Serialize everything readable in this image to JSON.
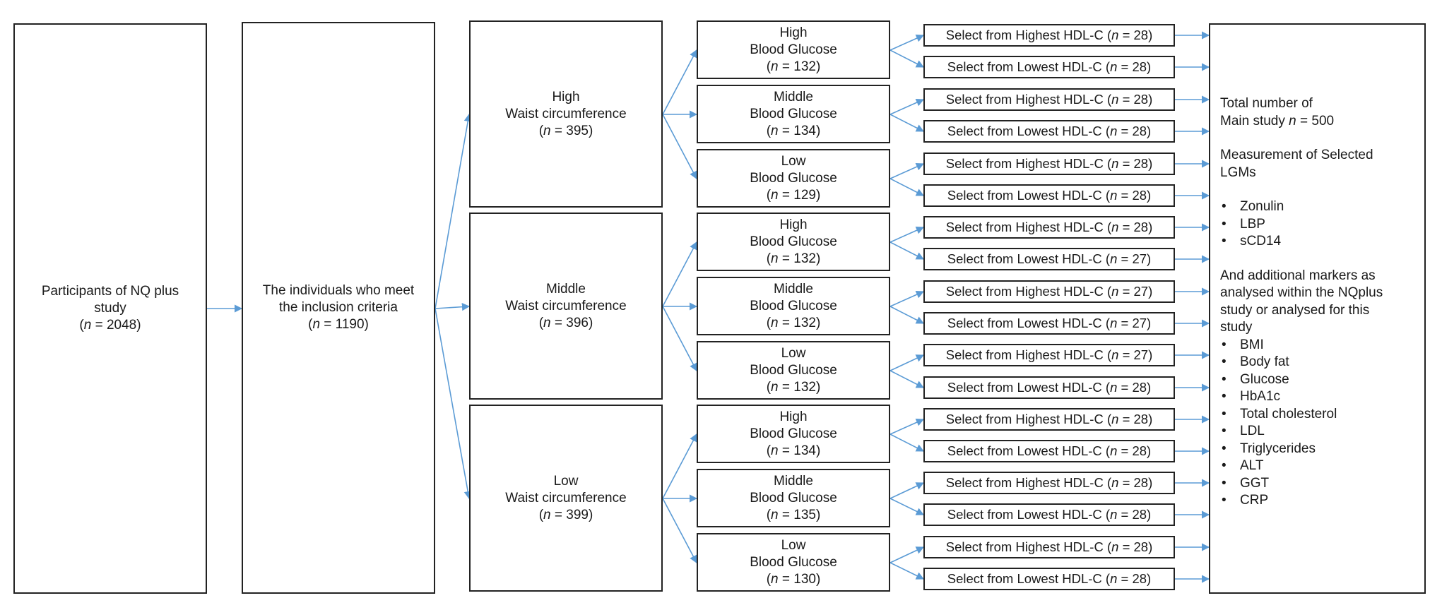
{
  "participants": {
    "line1": "Participants of NQ plus",
    "line2": "study",
    "n_prefix": "(",
    "n_symbol": "n",
    "n_suffix": " = 2048)"
  },
  "inclusion": {
    "line1": "The individuals who meet",
    "line2": "the inclusion criteria",
    "n_prefix": "(",
    "n_symbol": "n",
    "n_suffix": " = 1190)"
  },
  "waist_groups": [
    {
      "level": "High",
      "label": "Waist circumference",
      "n_prefix": "(",
      "n_symbol": "n",
      "n_suffix": " = 395)"
    },
    {
      "level": "Middle",
      "label": "Waist circumference",
      "n_prefix": "(",
      "n_symbol": "n",
      "n_suffix": " = 396)"
    },
    {
      "level": "Low",
      "label": "Waist circumference",
      "n_prefix": "(",
      "n_symbol": "n",
      "n_suffix": " = 399)"
    }
  ],
  "glucose_groups": [
    {
      "level": "High",
      "label": "Blood Glucose",
      "n_prefix": "(",
      "n_symbol": "n",
      "n_suffix": " = 132)"
    },
    {
      "level": "Middle",
      "label": "Blood Glucose",
      "n_prefix": "(",
      "n_symbol": "n",
      "n_suffix": " = 134)"
    },
    {
      "level": "Low",
      "label": "Blood Glucose",
      "n_prefix": "(",
      "n_symbol": "n",
      "n_suffix": " = 129)"
    },
    {
      "level": "High",
      "label": "Blood Glucose",
      "n_prefix": "(",
      "n_symbol": "n",
      "n_suffix": " = 132)"
    },
    {
      "level": "Middle",
      "label": "Blood Glucose",
      "n_prefix": "(",
      "n_symbol": "n",
      "n_suffix": " = 132)"
    },
    {
      "level": "Low",
      "label": "Blood Glucose",
      "n_prefix": "(",
      "n_symbol": "n",
      "n_suffix": " = 132)"
    },
    {
      "level": "High",
      "label": "Blood Glucose",
      "n_prefix": "(",
      "n_symbol": "n",
      "n_suffix": " = 134)"
    },
    {
      "level": "Middle",
      "label": "Blood Glucose",
      "n_prefix": "(",
      "n_symbol": "n",
      "n_suffix": " = 135)"
    },
    {
      "level": "Low",
      "label": "Blood Glucose",
      "n_prefix": "(",
      "n_symbol": "n",
      "n_suffix": " = 130)"
    }
  ],
  "selections": [
    {
      "label": "Select from Highest HDL-C (",
      "n_symbol": "n",
      "n_suffix": " = 28)"
    },
    {
      "label": "Select from Lowest HDL-C (",
      "n_symbol": "n",
      "n_suffix": " = 28)"
    },
    {
      "label": "Select from Highest HDL-C (",
      "n_symbol": "n",
      "n_suffix": " = 28)"
    },
    {
      "label": "Select from Lowest HDL-C (",
      "n_symbol": "n",
      "n_suffix": " = 28)"
    },
    {
      "label": "Select from Highest HDL-C (",
      "n_symbol": "n",
      "n_suffix": " = 28)"
    },
    {
      "label": "Select from Lowest HDL-C (",
      "n_symbol": "n",
      "n_suffix": " = 28)"
    },
    {
      "label": "Select from Highest HDL-C (",
      "n_symbol": "n",
      "n_suffix": " = 28)"
    },
    {
      "label": "Select from Lowest HDL-C (",
      "n_symbol": "n",
      "n_suffix": " = 27)"
    },
    {
      "label": "Select from Highest HDL-C (",
      "n_symbol": "n",
      "n_suffix": " = 27)"
    },
    {
      "label": "Select from Lowest HDL-C (",
      "n_symbol": "n",
      "n_suffix": " = 27)"
    },
    {
      "label": "Select from Highest HDL-C (",
      "n_symbol": "n",
      "n_suffix": " = 27)"
    },
    {
      "label": "Select from Lowest HDL-C (",
      "n_symbol": "n",
      "n_suffix": " = 28)"
    },
    {
      "label": "Select from Highest HDL-C (",
      "n_symbol": "n",
      "n_suffix": " = 28)"
    },
    {
      "label": "Select from Lowest HDL-C (",
      "n_symbol": "n",
      "n_suffix": " = 28)"
    },
    {
      "label": "Select from Highest HDL-C (",
      "n_symbol": "n",
      "n_suffix": " = 28)"
    },
    {
      "label": "Select from Lowest HDL-C (",
      "n_symbol": "n",
      "n_suffix": " = 28)"
    },
    {
      "label": "Select from Highest HDL-C (",
      "n_symbol": "n",
      "n_suffix": " = 28)"
    },
    {
      "label": "Select from Lowest HDL-C (",
      "n_symbol": "n",
      "n_suffix": " = 28)"
    }
  ],
  "summary": {
    "total_line1": "Total number of",
    "total_line2_prefix": "Main study ",
    "total_symbol": "n",
    "total_line2_suffix": " = 500",
    "measurement_line1": "Measurement of Selected",
    "measurement_line2": "LGMs",
    "lgm_markers": [
      "Zonulin",
      "LBP",
      "sCD14"
    ],
    "additional_line1": "And additional markers as",
    "additional_line2": "analysed within the NQplus",
    "additional_line3": "study or analysed for this",
    "additional_line4": "study",
    "additional_markers": [
      "BMI",
      "Body fat",
      "Glucose",
      "HbA1c",
      "Total cholesterol",
      "LDL",
      "Triglycerides",
      "ALT",
      "GGT",
      "CRP"
    ]
  },
  "colors": {
    "arrow": "#5b9bd5",
    "box_border": "#222222"
  }
}
